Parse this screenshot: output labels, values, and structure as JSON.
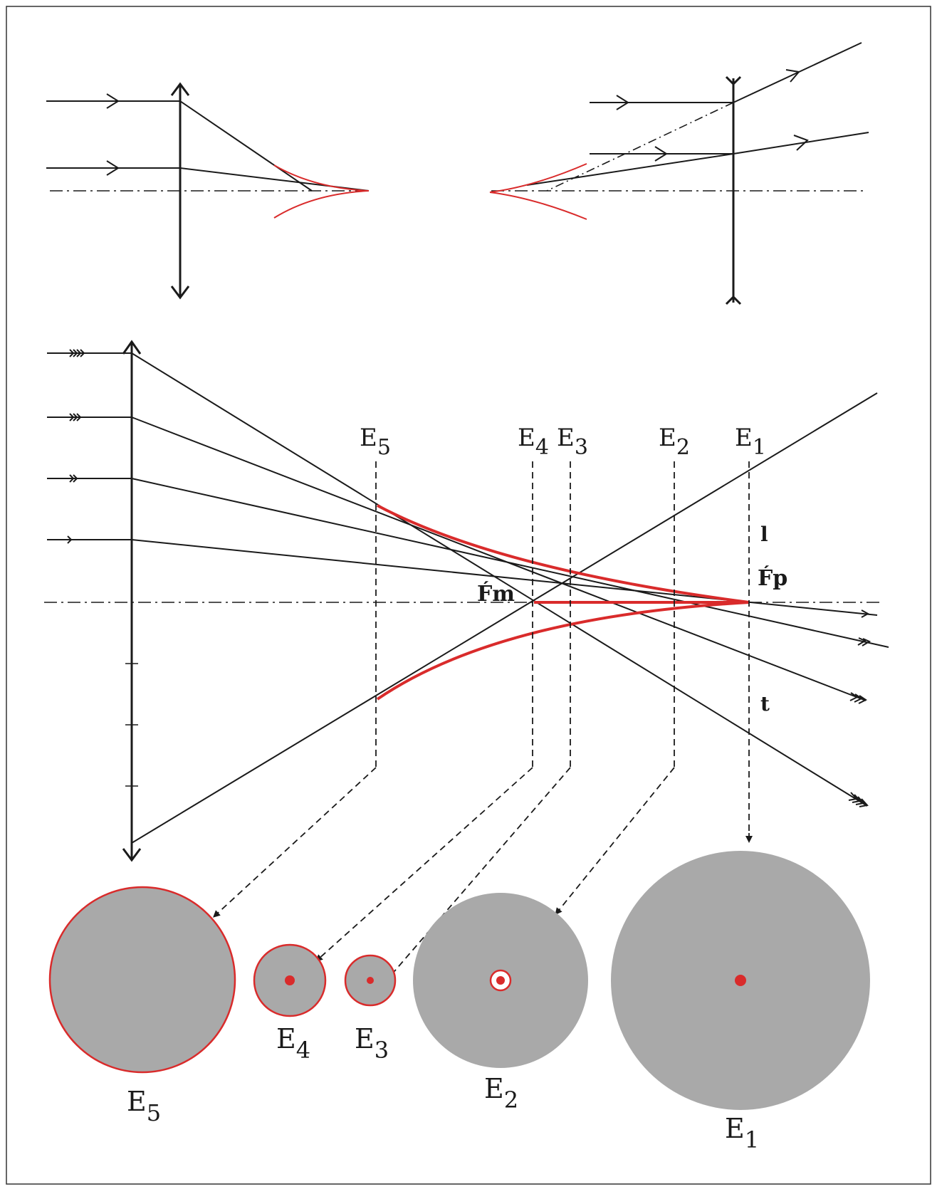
{
  "colors": {
    "ray": "#1a1a1a",
    "caustic": "#d92b2b",
    "spot_fill": "#a9a9a9",
    "background": "#ffffff",
    "frame": "#333333"
  },
  "planes": [
    {
      "id": "e5",
      "label": "E",
      "sub": "5"
    },
    {
      "id": "e4",
      "label": "E",
      "sub": "4"
    },
    {
      "id": "e3",
      "label": "E",
      "sub": "3"
    },
    {
      "id": "e2",
      "label": "E",
      "sub": "2"
    },
    {
      "id": "e1",
      "label": "E",
      "sub": "1"
    }
  ],
  "point_labels": {
    "marginal_focus": "F́m",
    "paraxial_focus": "F́p",
    "longitudinal": "l",
    "transverse": "t"
  },
  "spot_labels": [
    {
      "id": "e5",
      "label": "E",
      "sub": "5"
    },
    {
      "id": "e4",
      "label": "E",
      "sub": "4"
    },
    {
      "id": "e3",
      "label": "E",
      "sub": "3"
    },
    {
      "id": "e2",
      "label": "E",
      "sub": "2"
    },
    {
      "id": "e1",
      "label": "E",
      "sub": "1"
    }
  ]
}
